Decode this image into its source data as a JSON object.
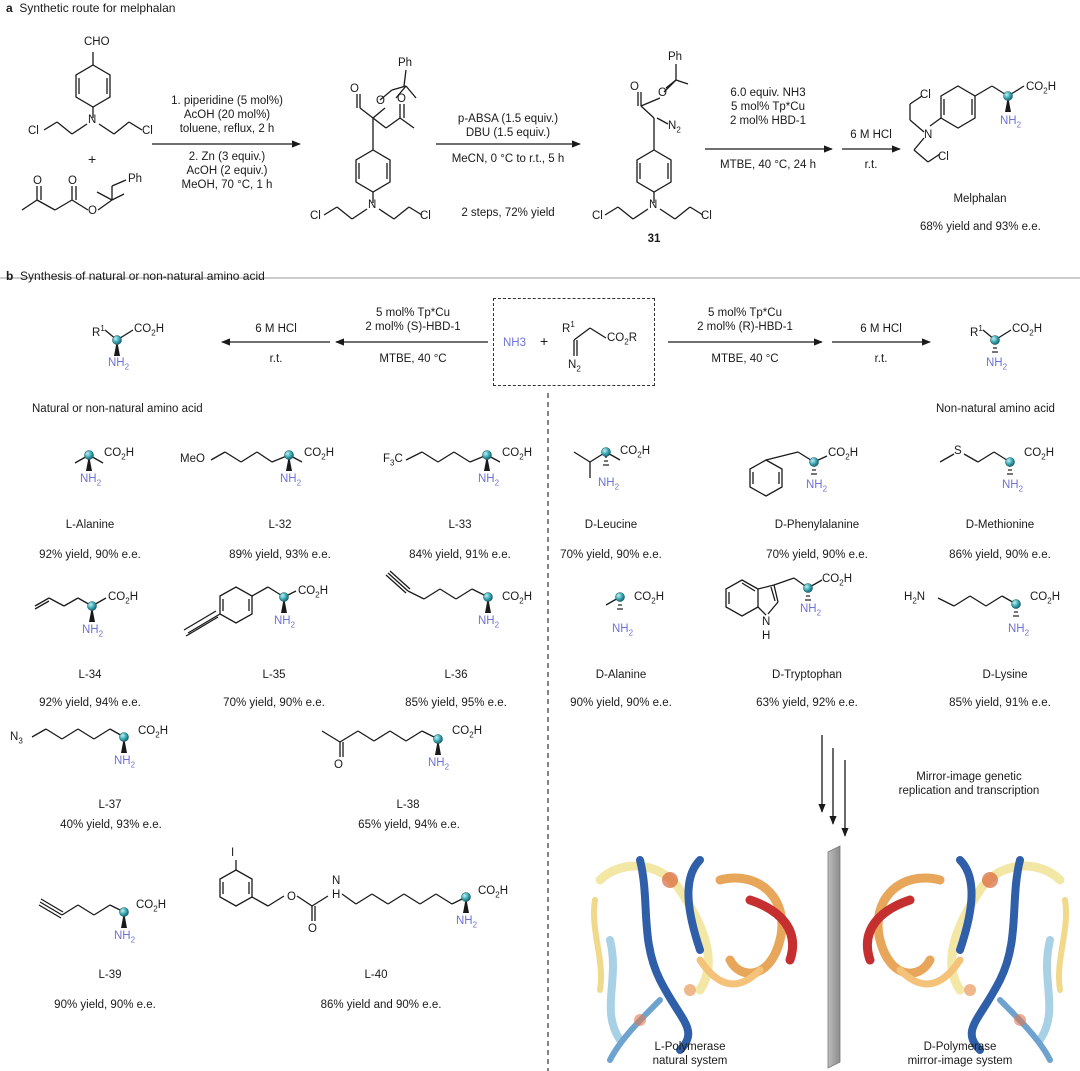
{
  "panel_a": {
    "letter": "a",
    "title": "Synthetic route for melphalan",
    "sm1_label": "CHO",
    "plus": "+",
    "step1": [
      "1. piperidine (5 mol%)",
      "AcOH (20 mol%)",
      "toluene, reflux, 2 h"
    ],
    "step2": [
      "2. Zn (3 equiv.)",
      "AcOH (2 equiv.)",
      "MeOH, 70 °C, 1 h"
    ],
    "step3": [
      "p-ABSA (1.5 equiv.)",
      "DBU (1.5 equiv.)",
      "MeCN, 0 °C to r.t., 5 h"
    ],
    "step3_yield": "2 steps, 72% yield",
    "compound31": "31",
    "step4": [
      "6.0 equiv. NH3",
      "5 mol% Tp*Cu",
      "2 mol% HBD-1",
      "MTBE, 40 °C, 24 h"
    ],
    "step5": [
      "6 M HCl",
      "r.t."
    ],
    "product_name": "Melphalan",
    "product_yield": "68% yield and 93% e.e."
  },
  "panel_b": {
    "letter": "b",
    "title": "Synthesis of natural or non-natural amino acid",
    "center": {
      "nh3": "NH3",
      "plus": "+",
      "diazo": "CO2R"
    },
    "left_conditions": [
      "5 mol% Tp*Cu",
      "2 mol% (S)-HBD-1",
      "MTBE, 40 °C"
    ],
    "right_conditions": [
      "5 mol% Tp*Cu",
      "2 mol% (R)-HBD-1",
      "MTBE, 40 °C"
    ],
    "hcl": [
      "6 M HCl",
      "r.t."
    ],
    "left_caption": "Natural or non-natural amino acid",
    "right_caption": "Non-natural amino acid",
    "compounds_left": [
      {
        "name": "L-Alanine",
        "yield": "92% yield, 90% e.e."
      },
      {
        "name": "L-32",
        "yield": "89% yield, 93% e.e."
      },
      {
        "name": "L-33",
        "yield": "84% yield, 91% e.e."
      },
      {
        "name": "L-34",
        "yield": "92% yield, 94% e.e."
      },
      {
        "name": "L-35",
        "yield": "70% yield, 90% e.e."
      },
      {
        "name": "L-36",
        "yield": "85% yield, 95% e.e."
      },
      {
        "name": "L-37",
        "yield": "40% yield, 93% e.e."
      },
      {
        "name": "L-38",
        "yield": "65% yield, 94% e.e."
      },
      {
        "name": "L-39",
        "yield": "90% yield, 90% e.e."
      },
      {
        "name": "L-40",
        "yield": "86% yield and 90% e.e."
      }
    ],
    "compounds_right": [
      {
        "name": "D-Leucine",
        "yield": "70% yield, 90% e.e."
      },
      {
        "name": "D-Phenylalanine",
        "yield": "70% yield, 90% e.e."
      },
      {
        "name": "D-Methionine",
        "yield": "86% yield, 90% e.e."
      },
      {
        "name": "D-Alanine",
        "yield": "90% yield, 90% e.e."
      },
      {
        "name": "D-Tryptophan",
        "yield": "63% yield, 92% e.e."
      },
      {
        "name": "D-Lysine",
        "yield": "85% yield, 91% e.e."
      }
    ],
    "mirror_text": [
      "Mirror-image genetic",
      "replication and transcription"
    ],
    "polymerase_left": [
      "L-Polymerase",
      "natural system"
    ],
    "polymerase_right": [
      "D-Polymerase",
      "mirror-image system"
    ]
  },
  "colors": {
    "nh2": "#6f72d6",
    "atom": "#3aa7b3",
    "panel_gray": "#e6e6e6"
  }
}
